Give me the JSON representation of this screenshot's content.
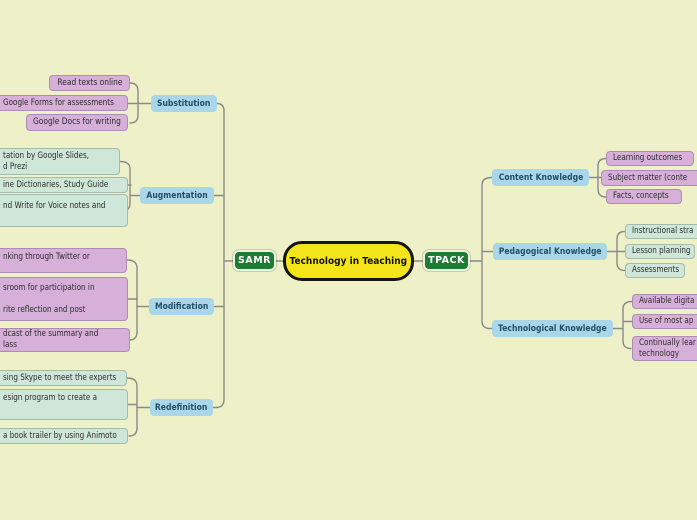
{
  "map": {
    "title": "Technology in Teaching mind map",
    "palette": {
      "background": "#eef1c8",
      "connector": "#8a8a8a",
      "leaf_purple": "#d7b0da",
      "leaf_green": "#cfe7d8",
      "branch_blue": "#a9d7e9",
      "root_green": "#1e7b33",
      "center_yellow": "#f4e51a",
      "branch_text": "#234e66",
      "leaf_text": "#2b2b2b"
    },
    "center": {
      "label": "Technology in Teaching"
    },
    "left": {
      "root": "SAMR",
      "branches": [
        {
          "label": "Substitution",
          "leaves": [
            {
              "lines": [
                "Read texts online"
              ]
            },
            {
              "lines": [
                "Google Forms for assessments"
              ]
            },
            {
              "lines": [
                "Google Docs for writing"
              ]
            }
          ]
        },
        {
          "label": "Augmentation",
          "leaves": [
            {
              "lines": [
                "tation by Google Slides,",
                "d Prezi"
              ]
            },
            {
              "lines": [
                "ine Dictionaries, Study Guide"
              ]
            },
            {
              "lines": [
                "nd Write for Voice notes and"
              ]
            }
          ]
        },
        {
          "label": "Modification",
          "leaves": [
            {
              "lines": [
                "nking through Twitter or"
              ]
            },
            {
              "lines": [
                "sroom for participation in",
                "",
                "rite reflection and post"
              ]
            },
            {
              "lines": [
                "dcast of the summary and",
                "lass"
              ]
            }
          ]
        },
        {
          "label": "Redefinition",
          "leaves": [
            {
              "lines": [
                "sing Skype to meet the experts"
              ]
            },
            {
              "lines": [
                "esign program to create a"
              ]
            },
            {
              "lines": [
                "a book trailer by using Animoto"
              ]
            }
          ]
        }
      ]
    },
    "right": {
      "root": "TPACK",
      "branches": [
        {
          "label": "Content Knowledge",
          "leaves": [
            {
              "lines": [
                "Learning outcomes"
              ]
            },
            {
              "lines": [
                "Subject matter (conte"
              ]
            },
            {
              "lines": [
                "Facts, concepts"
              ]
            }
          ]
        },
        {
          "label": "Pedagogical Knowledge",
          "leaves": [
            {
              "lines": [
                "Instructional stra"
              ]
            },
            {
              "lines": [
                "Lesson planning"
              ]
            },
            {
              "lines": [
                "Assessments"
              ]
            }
          ]
        },
        {
          "label": "Technological Knowledge",
          "leaves": [
            {
              "lines": [
                "Available digita"
              ]
            },
            {
              "lines": [
                "Use of most ap"
              ]
            },
            {
              "lines": [
                "Continually lear",
                "technology"
              ]
            }
          ]
        }
      ]
    }
  }
}
